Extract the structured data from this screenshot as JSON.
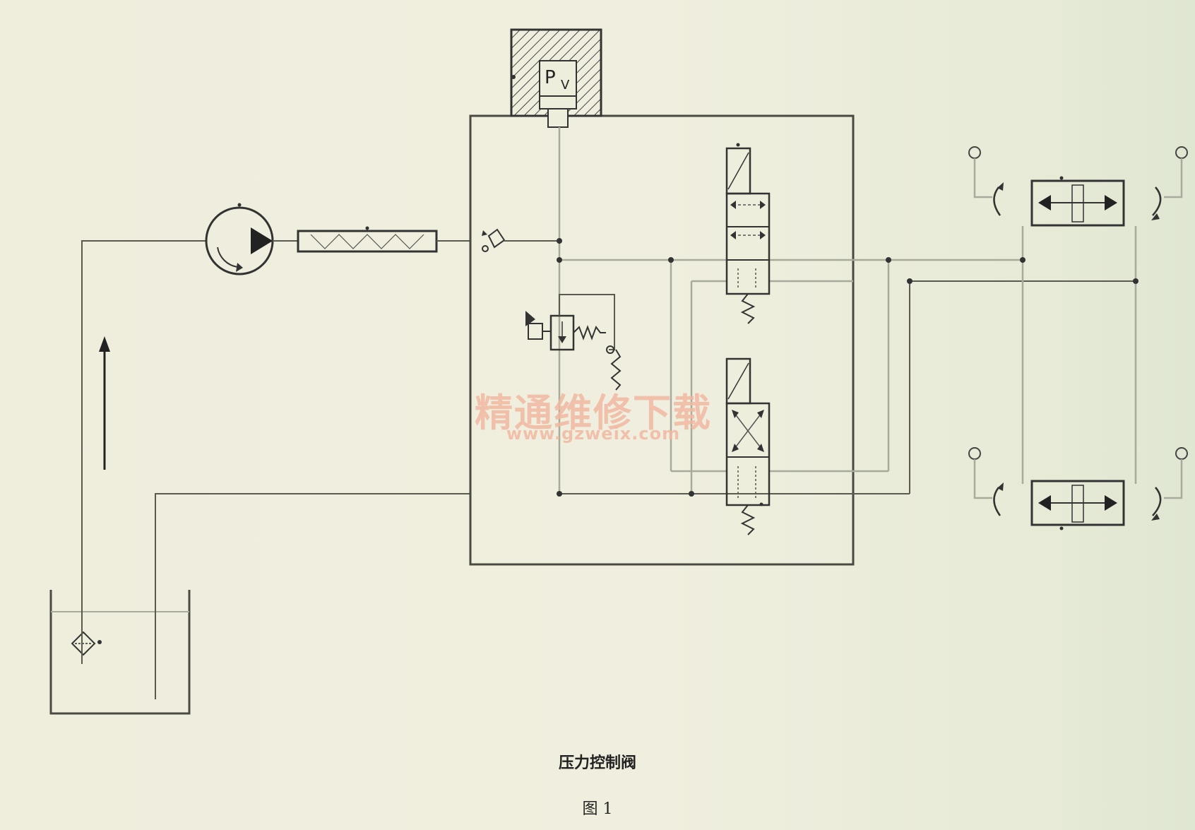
{
  "diagram": {
    "sensor_label": "P",
    "sensor_subscript": "V"
  },
  "caption": {
    "title": "压力控制阀",
    "figure": "图 1"
  },
  "watermark": {
    "text_cn": "精通维修下载",
    "url": "www.gzweix.com",
    "color": "#f2b8a2"
  },
  "colors": {
    "background": "#eeeedc",
    "line": "#5a5a50",
    "light_line": "#a8ab9c"
  }
}
